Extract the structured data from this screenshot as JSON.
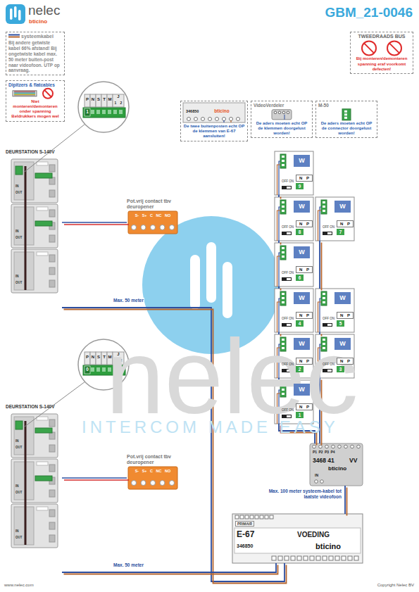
{
  "diagram": {
    "title": "GBM_21-0046",
    "nodes": [
      {
        "text": [
          "Bij andere getwiste kabel 66% afstand! Bij ongetwiste kabel max. 50 meter buiten-post naar videofoon. UTP op aanvraag."
        ]
      },
      {
        "text": [
          "Dipitzers & flatcables",
          "Niet monteren/demonteren onder spanning Beldrukkers mogen wel"
        ]
      },
      {
        "text": [
          "346850",
          "bticino",
          "De twee buitenposten echt OP de klemmen van E-67 aansluiten!"
        ]
      },
      {
        "text": [
          "VideoVerdeler",
          "De aders moeten echt OP de klemmen doorgelust worden!"
        ]
      },
      {
        "text": [
          "M-50",
          "De aders moeten echt OP de connector doorgelust worden!"
        ]
      },
      {
        "text": [
          "TWEEDRAADS BUS",
          "Bij monteren/demonteren spanning eraf voorkomt defecten!"
        ]
      },
      {
        "text": [
          "DEURSTATION S-140V"
        ]
      },
      {
        "text": [
          "Pot.vrij contact tbv deuropener",
          "S- S+ C NC NO"
        ]
      },
      {
        "text": [
          "DEURSTATION S-140V"
        ]
      },
      {
        "text": [
          "Pot.vrij contact tbv deuropener",
          "S- S+ C NC NO"
        ]
      },
      {
        "text": [
          "W",
          "OFF ON",
          "N P",
          "9"
        ]
      },
      {
        "text": [
          "W",
          "OFF ON",
          "N P",
          "8"
        ]
      },
      {
        "text": [
          "W",
          "OFF ON",
          "N P",
          "7"
        ]
      },
      {
        "text": [
          "W",
          "OFF ON",
          "N P",
          "6"
        ]
      },
      {
        "text": [
          "W",
          "OFF ON",
          "N P",
          "4"
        ]
      },
      {
        "text": [
          "W",
          "OFF ON",
          "N P",
          "5"
        ]
      },
      {
        "text": [
          "W",
          "OFF ON",
          "N P",
          "2"
        ]
      },
      {
        "text": [
          "W",
          "OFF ON",
          "N P",
          "3"
        ]
      },
      {
        "text": [
          "W",
          "OFF ON",
          "N P",
          "1"
        ]
      },
      {
        "text": [
          "P1 P2 P3 P4",
          "3468 41",
          "bticino",
          "VV",
          "IN"
        ]
      },
      {
        "text": [
          "PRIMAIR",
          "E-67",
          "VOEDING",
          "346850",
          "bticino"
        ]
      }
    ],
    "edges": [
      {
        "from": 6,
        "to": 7,
        "arrow": "none"
      },
      {
        "from": 8,
        "to": 9,
        "arrow": "none"
      },
      {
        "from": 6,
        "to": 20,
        "label": "Max. 50 meter",
        "arrow": "none"
      },
      {
        "from": 8,
        "to": 20,
        "label": "Max. 50 meter",
        "arrow": "none"
      },
      {
        "from": 20,
        "to": 19,
        "label": "Max. 100 meter systeem-kabel tot laatste videofoon",
        "arrow": "none"
      },
      {
        "from": 19,
        "to": 18,
        "arrow": "none"
      },
      {
        "from": 18,
        "to": 16,
        "arrow": "none"
      },
      {
        "from": 16,
        "to": 14,
        "arrow": "none"
      },
      {
        "from": 14,
        "to": 13,
        "arrow": "none"
      },
      {
        "from": 13,
        "to": 11,
        "arrow": "none"
      },
      {
        "from": 11,
        "to": 10,
        "arrow": "none"
      },
      {
        "from": 19,
        "to": 17,
        "arrow": "none"
      },
      {
        "from": 17,
        "to": 15,
        "arrow": "none"
      },
      {
        "from": 15,
        "to": 12,
        "arrow": "none"
      }
    ],
    "labels": [
      "nelec",
      "bticino",
      "P",
      "N",
      "S",
      "T",
      "M",
      "J",
      "1",
      "2",
      "1",
      "IN",
      "OUT",
      "IN",
      "OUT",
      "IN",
      "OUT",
      "P",
      "N",
      "S",
      "T",
      "M",
      "J",
      "1",
      "2",
      "0",
      "IN",
      "OUT",
      "IN",
      "OUT",
      "IN",
      "OUT",
      "nelec",
      "INTERCOM MADE EASY",
      "www.nelec.com",
      "Copyright Nelec BV"
    ],
    "legend": [
      {
        "text": "systeemkabel"
      }
    ]
  }
}
